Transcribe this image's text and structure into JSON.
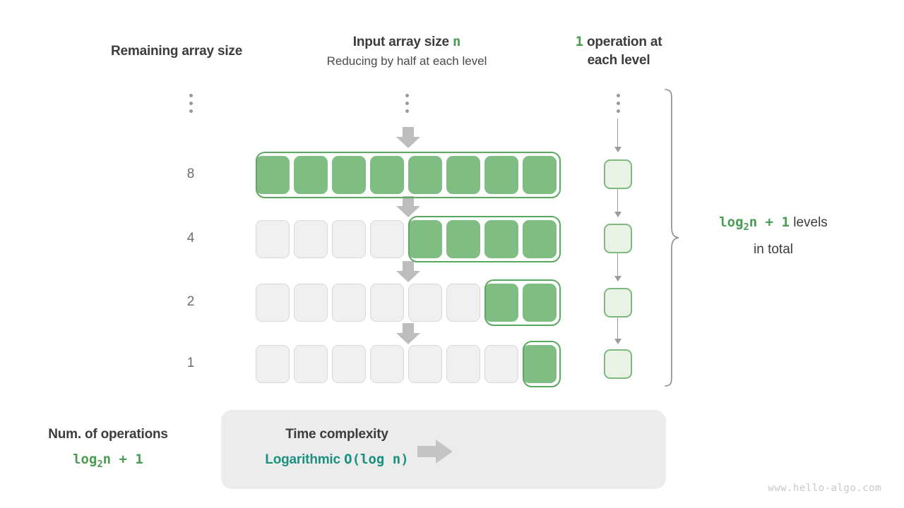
{
  "headers": {
    "left": "Remaining array size",
    "mid_line1_prefix": "Input array size ",
    "mid_line1_symbol": "n",
    "mid_line2": "Reducing by half at each level",
    "right_symbol": "1",
    "right_line1_rest": " operation at",
    "right_line2": "each level"
  },
  "rows": [
    {
      "label": "8",
      "total_cells": 8,
      "active_cells": 8
    },
    {
      "label": "4",
      "total_cells": 8,
      "active_cells": 4
    },
    {
      "label": "2",
      "total_cells": 8,
      "active_cells": 2
    },
    {
      "label": "1",
      "total_cells": 8,
      "active_cells": 1
    }
  ],
  "brace": {
    "formula_log": "log",
    "formula_base": "2",
    "formula_rest": "n + 1",
    "label_word": "levels",
    "label_line2": "in total"
  },
  "summary": {
    "left_title": "Num. of operations",
    "left_value_log": "log",
    "left_value_base": "2",
    "left_value_rest": "n + 1",
    "arrow_icon": "right-arrow-icon",
    "right_title": "Time complexity",
    "right_value_word": "Logarithmic",
    "right_value_notation": "O(log n)"
  },
  "watermark": "www.hello-algo.com",
  "colors": {
    "green_fill": "#7fbd83",
    "green_border": "#5da860",
    "green_text": "#4a9c55",
    "light_green_fill": "#e8f2e5",
    "light_green_border": "#7eb97f",
    "gray_fill": "#f0f0f0",
    "gray_border": "#d8d8d8",
    "arrow_gray": "#bdbdbd",
    "teal": "#1a9080",
    "panel_bg": "#ececec",
    "text_dark": "#3c3c3c",
    "label_gray": "#6e6e6e"
  },
  "chart_data": {
    "type": "diagram",
    "title": "Logarithmic time complexity — halving the array at each level",
    "levels": [
      {
        "remaining_array_size": 8,
        "operations": 1
      },
      {
        "remaining_array_size": 4,
        "operations": 1
      },
      {
        "remaining_array_size": 2,
        "operations": 1
      },
      {
        "remaining_array_size": 1,
        "operations": 1
      }
    ],
    "total_levels_formula": "log2(n) + 1",
    "operations_formula": "log2(n) + 1",
    "time_complexity": "O(log n)",
    "complexity_name": "Logarithmic"
  }
}
